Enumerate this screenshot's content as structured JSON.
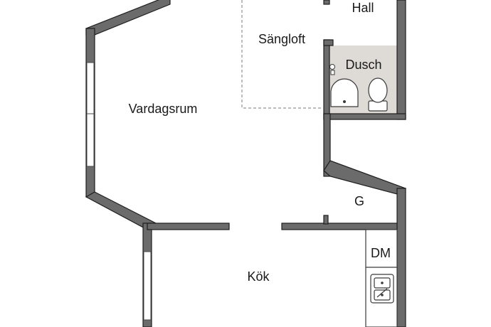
{
  "rooms": {
    "hall": "Hall",
    "sangloft": "Sängloft",
    "dusch": "Dusch",
    "vardagsrum": "Vardagsrum",
    "g": "G",
    "dm": "DM",
    "kok": "Kök"
  },
  "colors": {
    "wall_fill": "#6b6b6b",
    "wall_outline": "#1e1e1e",
    "bathroom_floor": "#dedad6",
    "background": "#ffffff"
  }
}
